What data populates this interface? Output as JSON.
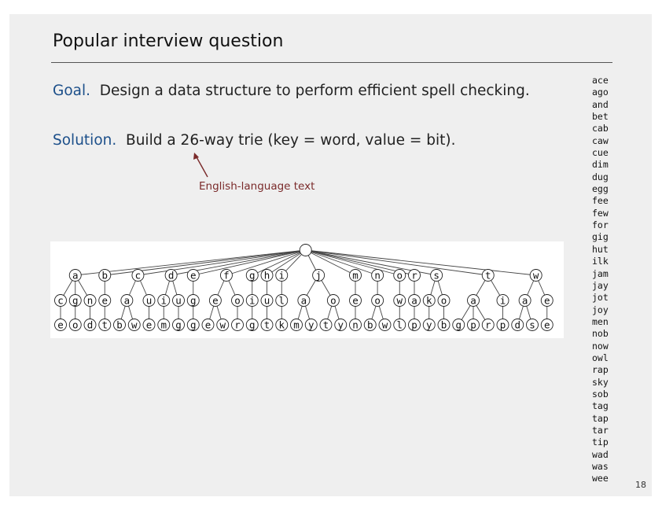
{
  "title": "Popular interview question",
  "goal": {
    "label": "Goal.",
    "text": "Design a data structure to perform efficient spell checking."
  },
  "solution": {
    "label": "Solution.",
    "text": "Build a 26-way trie (key = word, value = bit)."
  },
  "annotation": "English-language text",
  "words": [
    "ace",
    "ago",
    "and",
    "bet",
    "cab",
    "caw",
    "cue",
    "dim",
    "dug",
    "egg",
    "fee",
    "few",
    "for",
    "gig",
    "hut",
    "ilk",
    "jam",
    "jay",
    "jot",
    "joy",
    "men",
    "nob",
    "now",
    "owl",
    "rap",
    "sky",
    "sob",
    "tag",
    "tap",
    "tar",
    "tip",
    "wad",
    "was",
    "wee"
  ],
  "page_number": "18",
  "colors": {
    "keyword": "#1c4f8a",
    "annotation": "#7a2a2a",
    "slide_background": "#efefef"
  }
}
